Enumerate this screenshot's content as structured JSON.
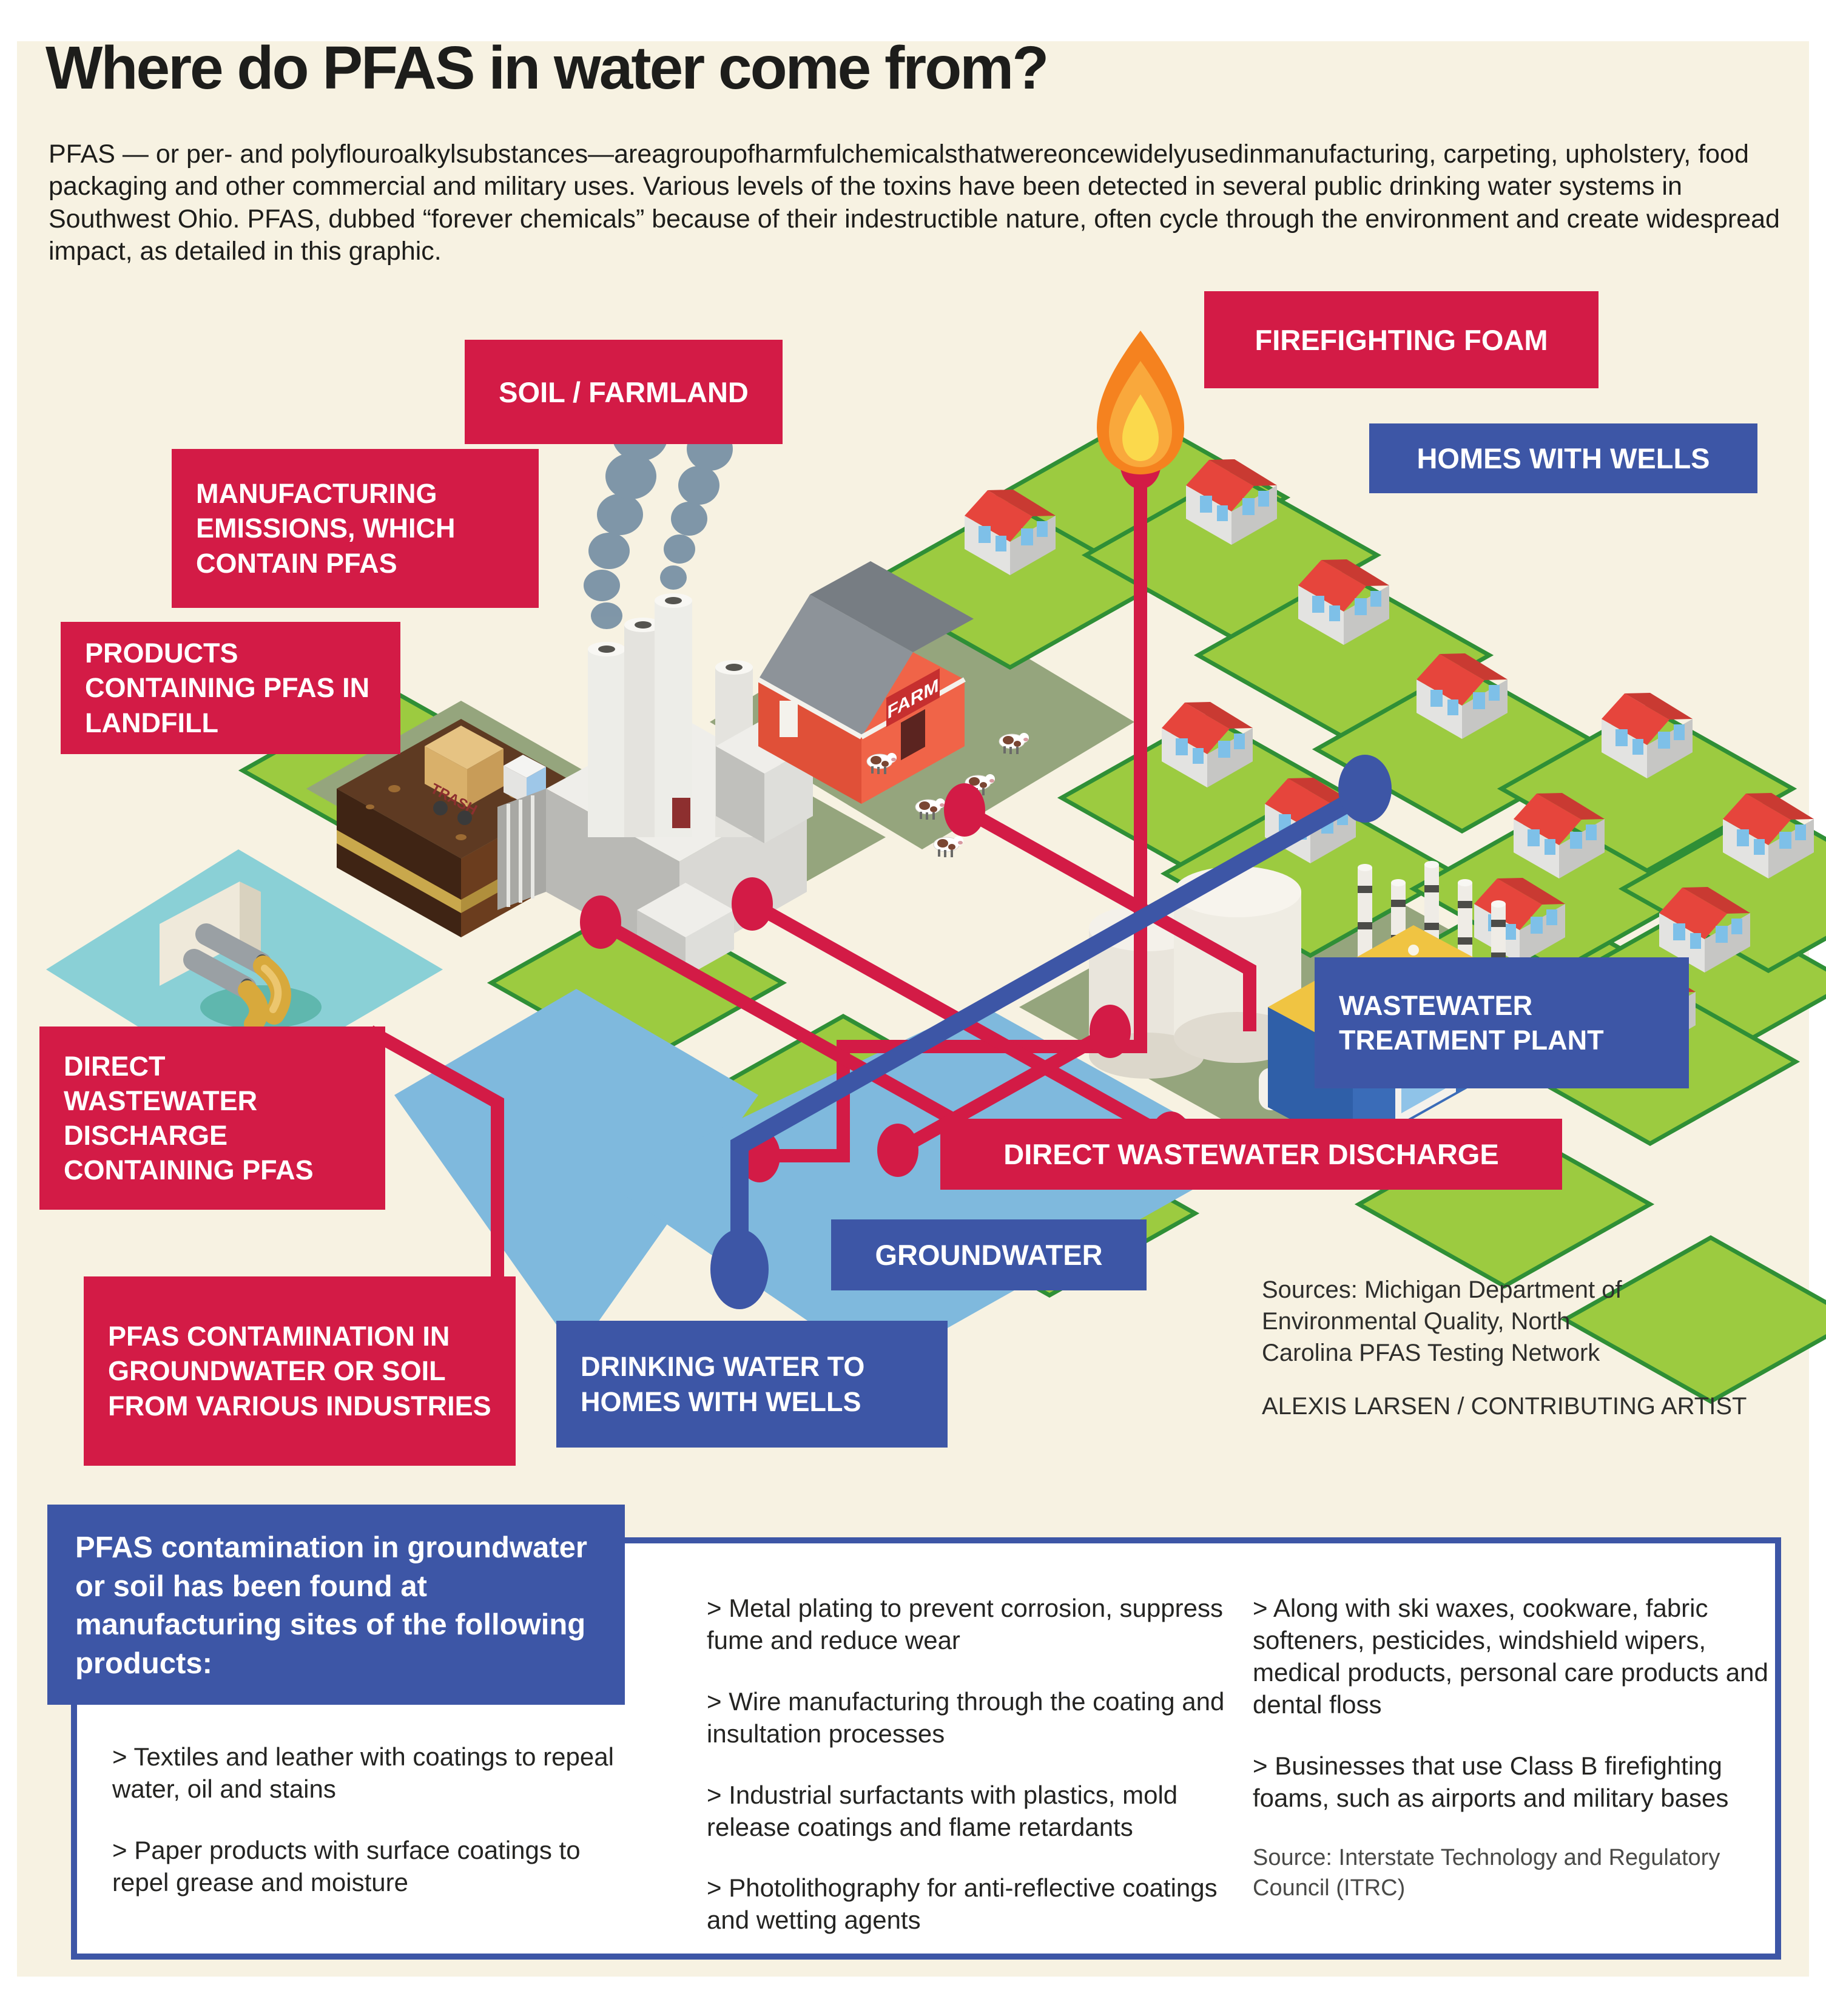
{
  "page": {
    "title": "Where do PFAS in water come from?",
    "intro": "PFAS — or per- and polyflouroalkylsubstances—areagroupofharmfulchemicalsthatwereoncewidelyusedinmanufacturing, carpeting, upholstery, food packaging and other commercial and military uses. Various levels of the toxins have been detected in several public drinking water systems in Southwest Ohio. PFAS, dubbed “forever chemicals” because of their indestructible nature, often cycle through the environment and create widespread impact, as detailed in this graphic."
  },
  "labels": {
    "soil_farmland": "SOIL / FARMLAND",
    "firefighting_foam": "FIREFIGHTING FOAM",
    "homes_with_wells": "HOMES WITH WELLS",
    "manufacturing_emissions": "MANUFACTURING EMISSIONS, WHICH CONTAIN PFAS",
    "products_landfill": "PRODUCTS CONTAINING PFAS IN LANDFILL",
    "wastewater_treatment_plant": "WASTEWATER TREATMENT PLANT",
    "direct_discharge_containing": "DIRECT WASTEWATER DISCHARGE CONTAINING PFAS",
    "direct_discharge": "DIRECT WASTEWATER DISCHARGE",
    "groundwater": "GROUNDWATER",
    "pfas_contamination": "PFAS CONTAMINATION IN GROUNDWATER OR SOIL FROM VARIOUS INDUSTRIES",
    "drinking_water": "DRINKING WATER TO HOMES WITH WELLS"
  },
  "scene": {
    "farm_sign": "FARM",
    "truck_sign": "TRASH"
  },
  "credits": {
    "sources": "Sources: Michigan Department of Environmental Quality, North Carolina PFAS Testing Network",
    "artist": "ALEXIS LARSEN / CONTRIBUTING ARTIST"
  },
  "bottom": {
    "heading": "PFAS contamination in groundwater or soil has been found at manufacturing sites of the following products:",
    "col1": [
      "> Textiles and leather with coatings to repeal water, oil and stains",
      "> Paper products with surface coatings to repel grease and moisture"
    ],
    "col2": [
      "> Metal plating to prevent corrosion, suppress fume and reduce wear",
      "> Wire manufacturing through the coating and insultation processes",
      "> Industrial surfactants with plastics, mold release coatings and flame retardants",
      "> Photolithography for anti-reflective coatings and wetting agents"
    ],
    "col3": [
      "> Along with ski waxes, cookware, fabric softeners, pesticides, windshield wipers, medical products, personal care products and dental floss",
      "> Businesses that use Class B firefighting foams, such as airports and military bases"
    ],
    "source_note": "Source: Interstate Technology and Regulatory Council (ITRC)"
  },
  "colors": {
    "red": "#d31b46",
    "blue": "#3d56a6",
    "cream": "#f7f2e2",
    "lime": "#9ccb40",
    "water": "#7fb9dd",
    "teal": "#8ad0d6"
  }
}
